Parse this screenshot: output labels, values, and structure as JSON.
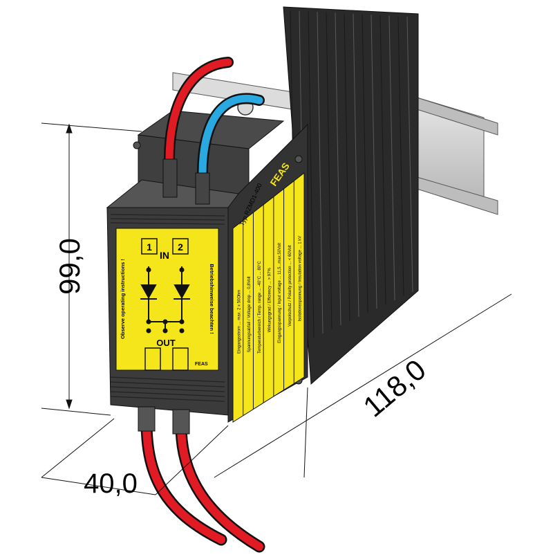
{
  "dimensions": {
    "height": "99,0",
    "width": "40,0",
    "depth": "118,0"
  },
  "brand": "FEAS",
  "labels": {
    "input_1": "1",
    "input_label": "IN",
    "input_2": "2",
    "output_label": "OUT",
    "warning_en": "Observe operating instructions !",
    "warning_de": "Betriebshinweise beachten !",
    "type": "Typ RZMD1-400",
    "front_logo": "FEAS"
  },
  "spec_strips": [
    "Eingangsstrom ... max. 2 x 50Ohm",
    "Spannungsabfall / Voltage drop ... 0,8Volt",
    "Temperaturbereich / Temp. range ... -40°C ... 80°C",
    "Wirkungsgrad / Efficiency ... > 97%",
    "Eingangsspannung / Input voltage ... 11,5...max.50Volt",
    "Verpolschutz / Polarity protection ... < 60Volt",
    "Isolationsspannung / Insulation voltage ... 1 kV"
  ],
  "colors": {
    "label_yellow": "#f5e61c",
    "housing_dark": "#3b3b3b",
    "wire_red": "#e01b24",
    "wire_blue": "#2aa8e0",
    "rail_gray": "#c8c8c8"
  }
}
